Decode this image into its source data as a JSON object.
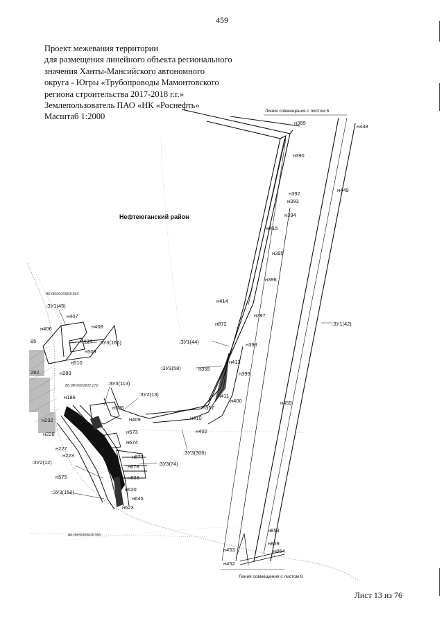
{
  "page_number": "459",
  "title_lines": [
    "Проект межевания территории",
    "для размещения линейного объекта регионального",
    "значения Ханты-Мансийского автономного",
    "округа - Югры «Трубопроводы Мамонтовского",
    "региона строительства 2017-2018 г.г.»",
    "Землепользователь ПАО «НК «Роснефть»",
    "Масштаб 1:2000"
  ],
  "map": {
    "district_label": "Нефтеюганский район",
    "match_line_top": "Линия совмещения с листом 6",
    "match_line_bottom": "Линия совмещения с листом 8",
    "cadastral_labels": {
      "q394": "86:08:0020903:394",
      "q172": "86:08:0020903:172",
      "q350": "86:08:0020903:350"
    },
    "parcel_labels": {
      "zu1_45": ":ЗУ1(45)",
      "zu1_44": ":ЗУ1(44)",
      "zu1_42": ":ЗУ1(42)",
      "zu3_166": ":ЗУ3(166)",
      "zu3_58": ":ЗУ3(58)",
      "zu3_113": ":ЗУ3(113)",
      "zu2_13": ":ЗУ2(13)",
      "zu3_306": ":ЗУ3(306)",
      "zu3_74": ":ЗУ3(74)",
      "zu2_12": ":ЗУ2(12)",
      "zu3_152": ":ЗУ3(152)"
    },
    "points": {
      "n389": "н389",
      "n448": "н448",
      "n390": "н390",
      "n392": "н392",
      "n393": "н393",
      "n394": "н394",
      "n449": "н449",
      "n415": "н415",
      "n395": "н395",
      "n396": "н396",
      "n414": "н414",
      "n397": "н397",
      "n872": "н872",
      "n398": "н398",
      "n413": "н413",
      "n399": "н399",
      "n355": "н355",
      "n411": "н411",
      "n400": "н400",
      "n357": "н357",
      "n410": "н410",
      "n402": "н402",
      "n459": "н459",
      "n853": "н853",
      "n859": "н859",
      "n854": "н854",
      "n453": "н453",
      "n452": "н452",
      "n407": "н407",
      "n406": "н406",
      "n408": "н408",
      "n404": "н404",
      "n509": "н509",
      "n510": "н510",
      "n289": "н289",
      "n186": "н186",
      "n586": "н586",
      "n409": "н409",
      "n232": "н232",
      "n573": "н573",
      "n228": "н228",
      "n674": "н674",
      "n227": "н227",
      "n223": "н223",
      "n677": "н677",
      "n678": "н678",
      "n575": "н575",
      "n633": "н633",
      "n620": "н620",
      "n645": "н645",
      "n623": "н623",
      "p85": "85",
      "p292": "292"
    }
  },
  "sheet_footer": "Лист 13 из 76"
}
